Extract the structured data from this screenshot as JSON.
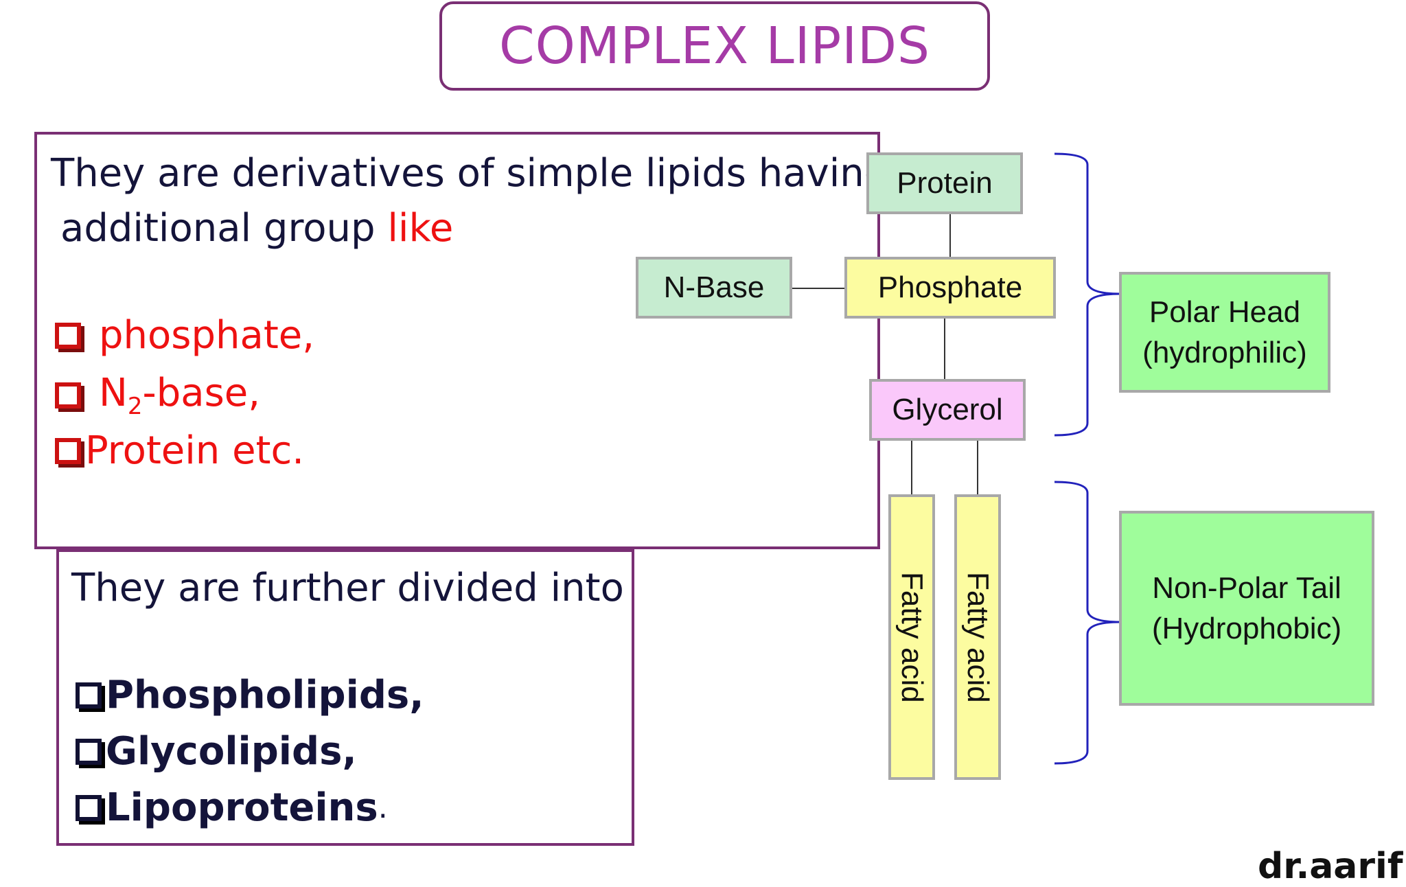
{
  "title": "COMPLEX LIPIDS",
  "definition": {
    "line1": "They are derivatives of simple lipids having",
    "line2_prefix": "additional group ",
    "line2_highlight": "like",
    "bullets": [
      {
        "pre": "phosphate,",
        "sub": "",
        "post": ""
      },
      {
        "pre": "N",
        "sub": "2",
        "post": "-base,"
      },
      {
        "pre": "Protein etc.",
        "sub": "",
        "post": ""
      }
    ]
  },
  "divisions": {
    "intro": "They are further divided into",
    "items": [
      {
        "bold": "Phospholipids",
        "rest": ","
      },
      {
        "bold": "Glycolipids",
        "rest": ","
      },
      {
        "bold": "Lipoproteins",
        "rest": "."
      }
    ]
  },
  "diagram": {
    "protein": "Protein",
    "n_base": "N-Base",
    "phosphate": "Phosphate",
    "glycerol": "Glycerol",
    "fatty_acid_1": "Fatty acid",
    "fatty_acid_2": "Fatty acid",
    "polar_head_line1": "Polar Head",
    "polar_head_line2": "(hydrophilic)",
    "non_polar_line1": "Non-Polar Tail",
    "non_polar_line2": "(Hydrophobic)"
  },
  "colors": {
    "title": "#a53ba6",
    "border": "#7a2f74",
    "highlight": "#ee1111",
    "brace": "#2222bb"
  },
  "watermark": "dr.aarif"
}
